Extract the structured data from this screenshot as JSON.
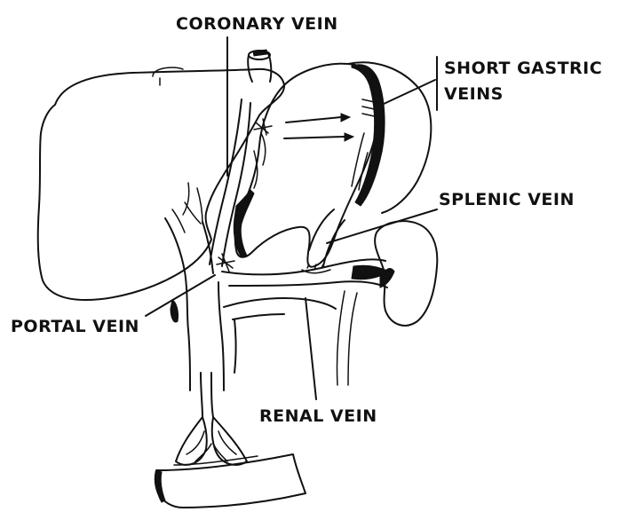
{
  "labels": {
    "coronary_vein": "CORONARY VEIN",
    "short_gastric_line1": "SHORT GASTRIC",
    "short_gastric_line2": "VEINS",
    "splenic_vein": "SPLENIC VEIN",
    "portal_vein": "PORTAL VEIN",
    "renal_vein": "RENAL VEIN"
  },
  "colors": {
    "ink": "#111111",
    "background": "#ffffff"
  }
}
